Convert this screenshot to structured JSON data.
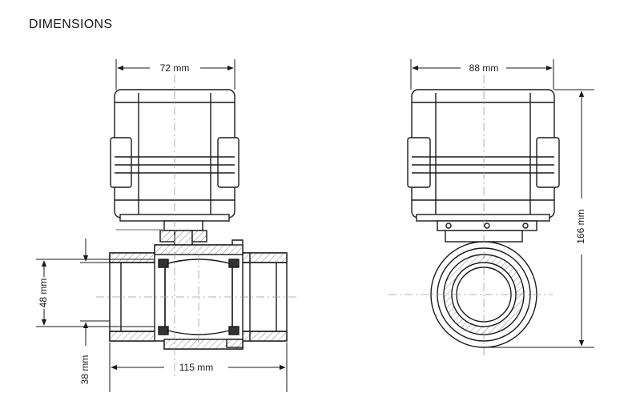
{
  "heading": "DIMENSIONS",
  "dimensions": {
    "width_actuator": "72 mm",
    "width_side": "88 mm",
    "height_total": "166 mm",
    "inner_diameter": "48 mm",
    "pipe_offset": "38 mm",
    "body_length": "115 mm"
  },
  "colors": {
    "line": "#1a1a1a",
    "hatch": "#bfbfbf",
    "center_line": "#9a9a9a"
  }
}
